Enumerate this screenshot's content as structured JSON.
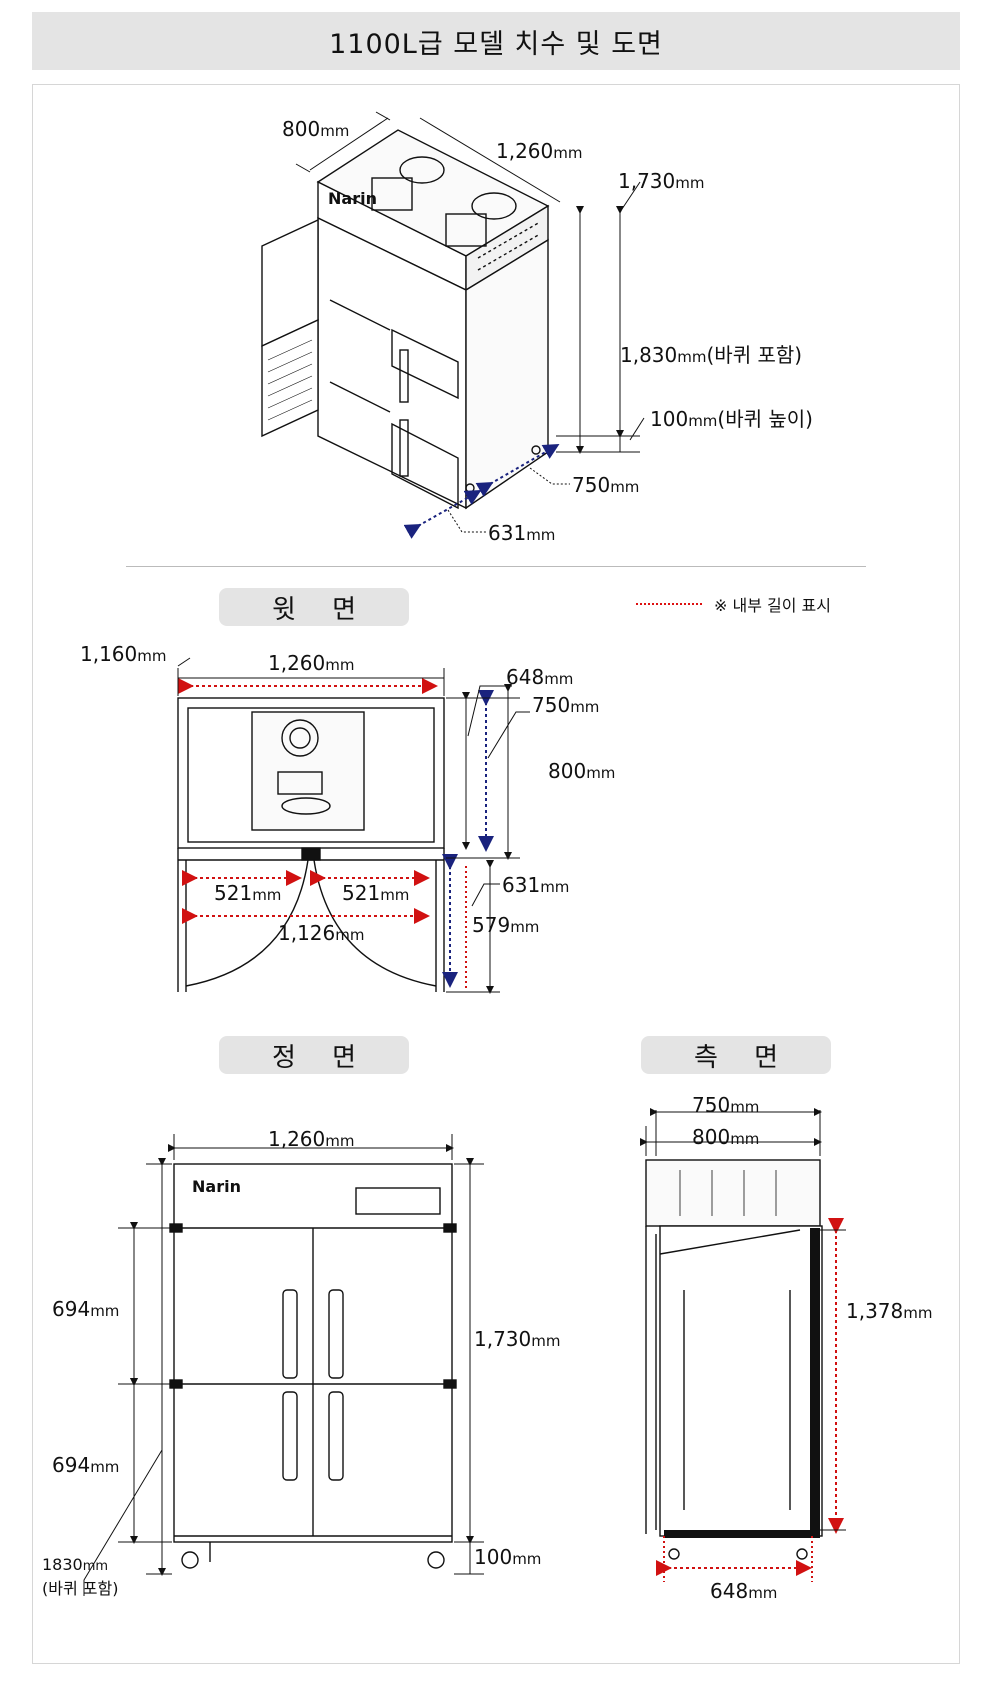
{
  "title": "1100L급 모델 치수 및 도면",
  "unit": "mm",
  "colors": {
    "title_bg": "#e4e4e4",
    "inner_depth": "#d11111",
    "outer_arrow": "#1a237e",
    "line": "#111111"
  },
  "iso": {
    "width": "800",
    "length": "1,260",
    "height_body": "1,730",
    "height_total": "1,830",
    "height_total_note": "(바퀴 포함)",
    "wheel_height": "100",
    "wheel_height_note": "(바퀴 높이)",
    "depth_outer": "750",
    "depth_inner": "631",
    "brand": "Narin"
  },
  "top_view": {
    "title": "윗 면",
    "legend": "※ 내부 길이 표시",
    "outer_width": "1,160",
    "width": "1,260",
    "inner_depth": "648",
    "depth_arrow": "750",
    "depth": "800",
    "door_left": "521",
    "door_right": "521",
    "door_total": "1,126",
    "door_swing_inner": "631",
    "door_swing": "579"
  },
  "front_view": {
    "title": "정 면",
    "width": "1,260",
    "brand": "Narin",
    "door_upper": "694",
    "door_lower": "694",
    "height": "1,730",
    "wheel": "100",
    "total": "1830",
    "total_note": "(바퀴 포함)"
  },
  "side_view": {
    "title": "측 면",
    "depth_outer": "750",
    "depth": "800",
    "inner_height": "1,378",
    "inner_depth": "648"
  }
}
